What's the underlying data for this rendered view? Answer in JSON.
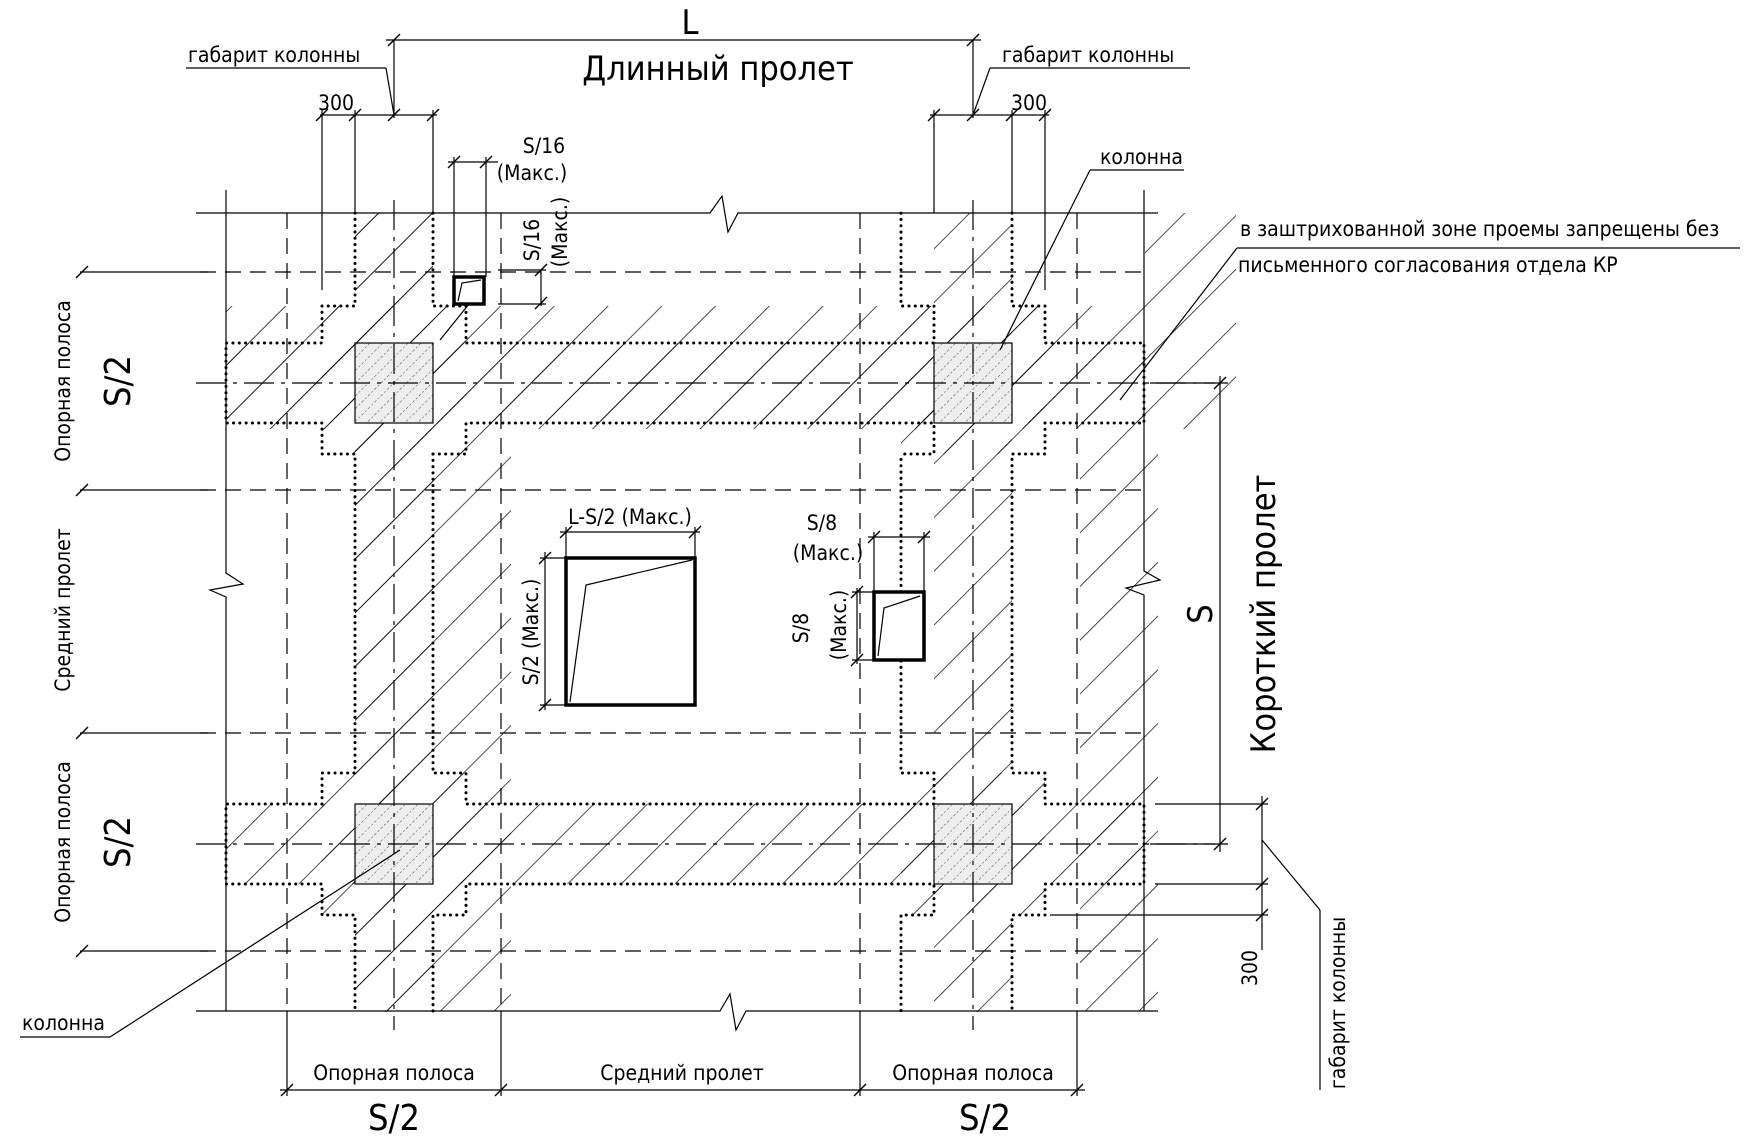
{
  "labels": {
    "long_span_dim": "L",
    "long_span": "Длинный пролет",
    "short_span_dim": "S",
    "short_span": "Короткий пролет",
    "column_envelope": "габарит колонны",
    "column": "колонна",
    "offset_300": "300",
    "support_strip": "Опорная полоса",
    "middle_span": "Средний пролет",
    "half_s": "S/2",
    "s16": "S/16",
    "s8": "S/8",
    "max_paren": "(Макс.)",
    "l_minus_s2_max": "L-S/2 (Макс.)",
    "s2_max": "S/2 (Макс.)",
    "hatch_note_line1": "в заштрихованной зоне проемы запрещены без",
    "hatch_note_line2": "письменного согласования отдела КР"
  },
  "colors": {
    "line": "#000000",
    "background": "#ffffff",
    "column_fill": "#eeeeee"
  }
}
